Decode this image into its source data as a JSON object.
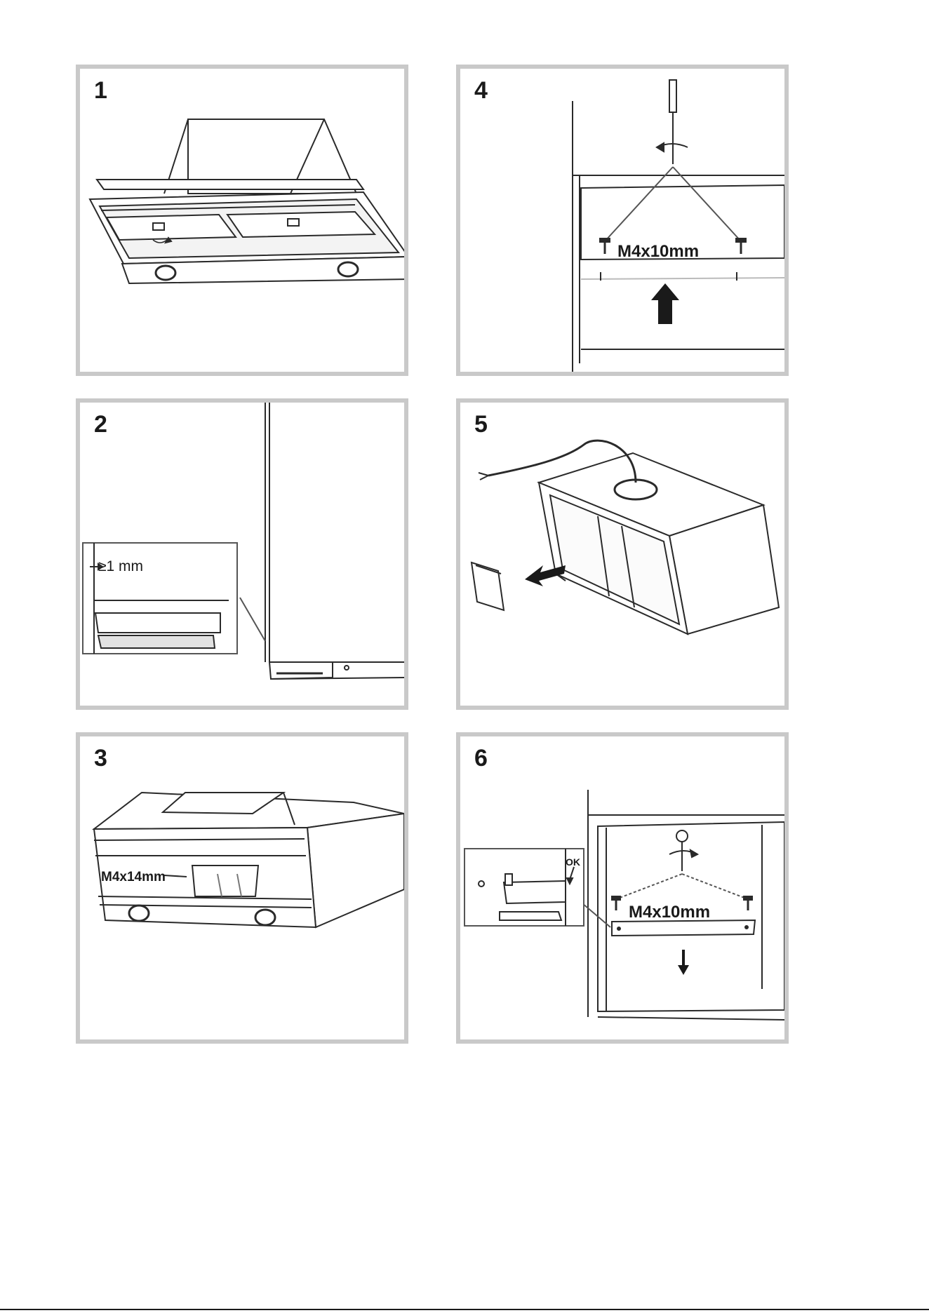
{
  "steps": [
    {
      "number": "1"
    },
    {
      "number": "2",
      "gap_label": "≥1 mm"
    },
    {
      "number": "3",
      "screw_label": "M4x14mm"
    },
    {
      "number": "4",
      "screw_label": "M4x10mm"
    },
    {
      "number": "5"
    },
    {
      "number": "6",
      "screw_label": "M4x10mm",
      "ok_label": "OK"
    }
  ]
}
